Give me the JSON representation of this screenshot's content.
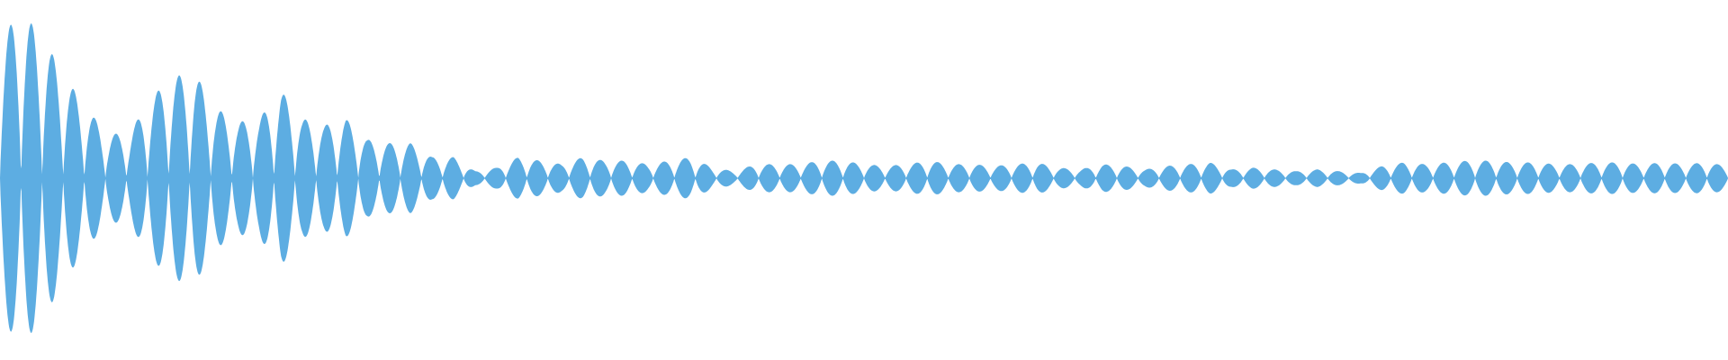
{
  "waveform": {
    "color": "#5DADE2",
    "background": "#FFFFFF",
    "amplitude_range": [
      -1,
      1
    ],
    "envelope_peaks": [
      0.8,
      0.95,
      0.8,
      0.58,
      0.4,
      0.25,
      0.26,
      0.46,
      0.58,
      0.6,
      0.4,
      0.32,
      0.34,
      0.5,
      0.34,
      0.3,
      0.34,
      0.22,
      0.2,
      0.2,
      0.12,
      0.12,
      0.04,
      0.06,
      0.12,
      0.1,
      0.08,
      0.12,
      0.1,
      0.1,
      0.08,
      0.1,
      0.12,
      0.06,
      0.04,
      0.08,
      0.08,
      0.08,
      0.1,
      0.1,
      0.08,
      0.07,
      0.08,
      0.1,
      0.08,
      0.08,
      0.07,
      0.08,
      0.09,
      0.06,
      0.05,
      0.08,
      0.07,
      0.05,
      0.07,
      0.08,
      0.09,
      0.05,
      0.06,
      0.05,
      0.04,
      0.05,
      0.04,
      0.03,
      0.07,
      0.09,
      0.08,
      0.09,
      0.1,
      0.1,
      0.09,
      0.09,
      0.08,
      0.08,
      0.09,
      0.09,
      0.08,
      0.09,
      0.08,
      0.09,
      0.07
    ],
    "cycles": 82
  }
}
